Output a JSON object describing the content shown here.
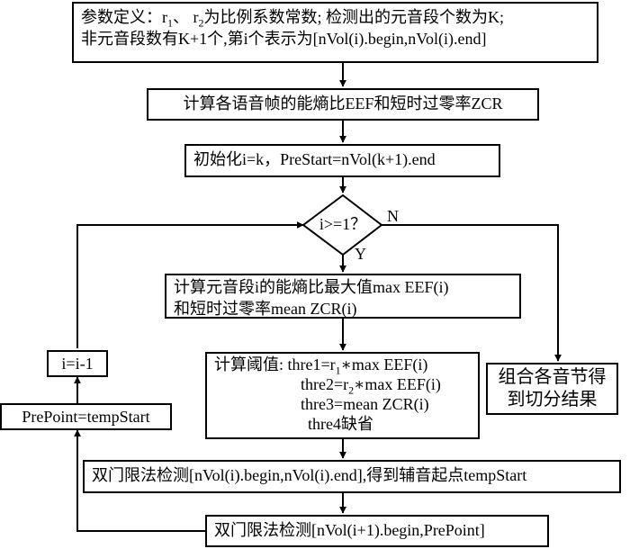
{
  "steps": {
    "define": {
      "line1": {
        "a": "参数定义：r",
        "b": "1",
        "c": "、 r",
        "d": "2",
        "e": "为比例系数常数; 检测出的元音段个数为K;"
      },
      "line2": "非元音段数有K+1个,第i个表示为[nVol(i).begin,nVol(i).end]"
    },
    "compute_eef": "计算各语音帧的能熵比EEF和短时过零率ZCR",
    "init": "初始化i=k，PreStart=nVol(k+1).end",
    "decision": {
      "text": "i>=1？",
      "no": "N",
      "yes": "Y"
    },
    "compute_max": {
      "line1": "计算元音段i的能熵比最大值max EEF(i)",
      "line2": "和短时过零率mean ZCR(i)"
    },
    "threshold": {
      "label": "计算阈值: ",
      "t1": {
        "a": "thre1=r",
        "b": "1",
        "c": "∗max EEF(i)"
      },
      "t2": {
        "a": "thre2=r",
        "b": "2",
        "c": "∗max EEF(i)"
      },
      "t3": "thre3=mean ZCR(i)",
      "t4": "thre4缺省"
    },
    "combine": {
      "line1": "组合各音节得",
      "line2": "到切分结果"
    },
    "decrement": "i=i-1",
    "prepoint": "PrePoint=tempStart",
    "detect1": "双门限法检测[nVol(i).begin,nVol(i).end],得到辅音起点tempStart",
    "detect2": "双门限法检测[nVol(i+1).begin,PrePoint]"
  },
  "colors": {
    "stroke": "#000000",
    "fill": "#ffffff"
  }
}
